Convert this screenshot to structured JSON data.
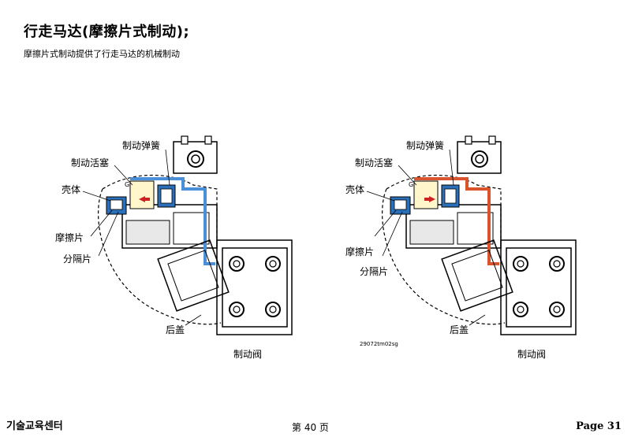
{
  "page": {
    "title": "行走马达(摩擦片式制动);",
    "subtitle": "摩擦片式制动提供了行走马达的机械制动"
  },
  "diagrams": {
    "left": {
      "state": "applied",
      "line_color": "#4a8fd8",
      "labels": {
        "brake_spring": "制动弹簧",
        "brake_piston": "制动活塞",
        "housing": "壳体",
        "friction_plate": "摩擦片",
        "separator_plate": "分隔片",
        "rear_cover": "后盖",
        "brake_valve": "制动阀",
        "port_g": "G"
      }
    },
    "right": {
      "state": "released",
      "line_color": "#d9542c",
      "labels": {
        "brake_spring": "制动弹簧",
        "brake_piston": "制动活塞",
        "housing": "壳体",
        "friction_plate": "摩擦片",
        "separator_plate": "分隔片",
        "rear_cover": "后盖",
        "brake_valve": "制动阀",
        "port_g": "G"
      },
      "figure_code": "29072tm02sg"
    }
  },
  "colors": {
    "pressure_blue": "#4a8fd8",
    "pressure_red": "#d9542c",
    "arrow_red": "#cc2222",
    "piston_fill": "#fff6cc",
    "spring_blue": "#2a6fb8"
  },
  "footer": {
    "left": "기술교육센터",
    "center": "第 40 页",
    "right": "Page 31"
  }
}
